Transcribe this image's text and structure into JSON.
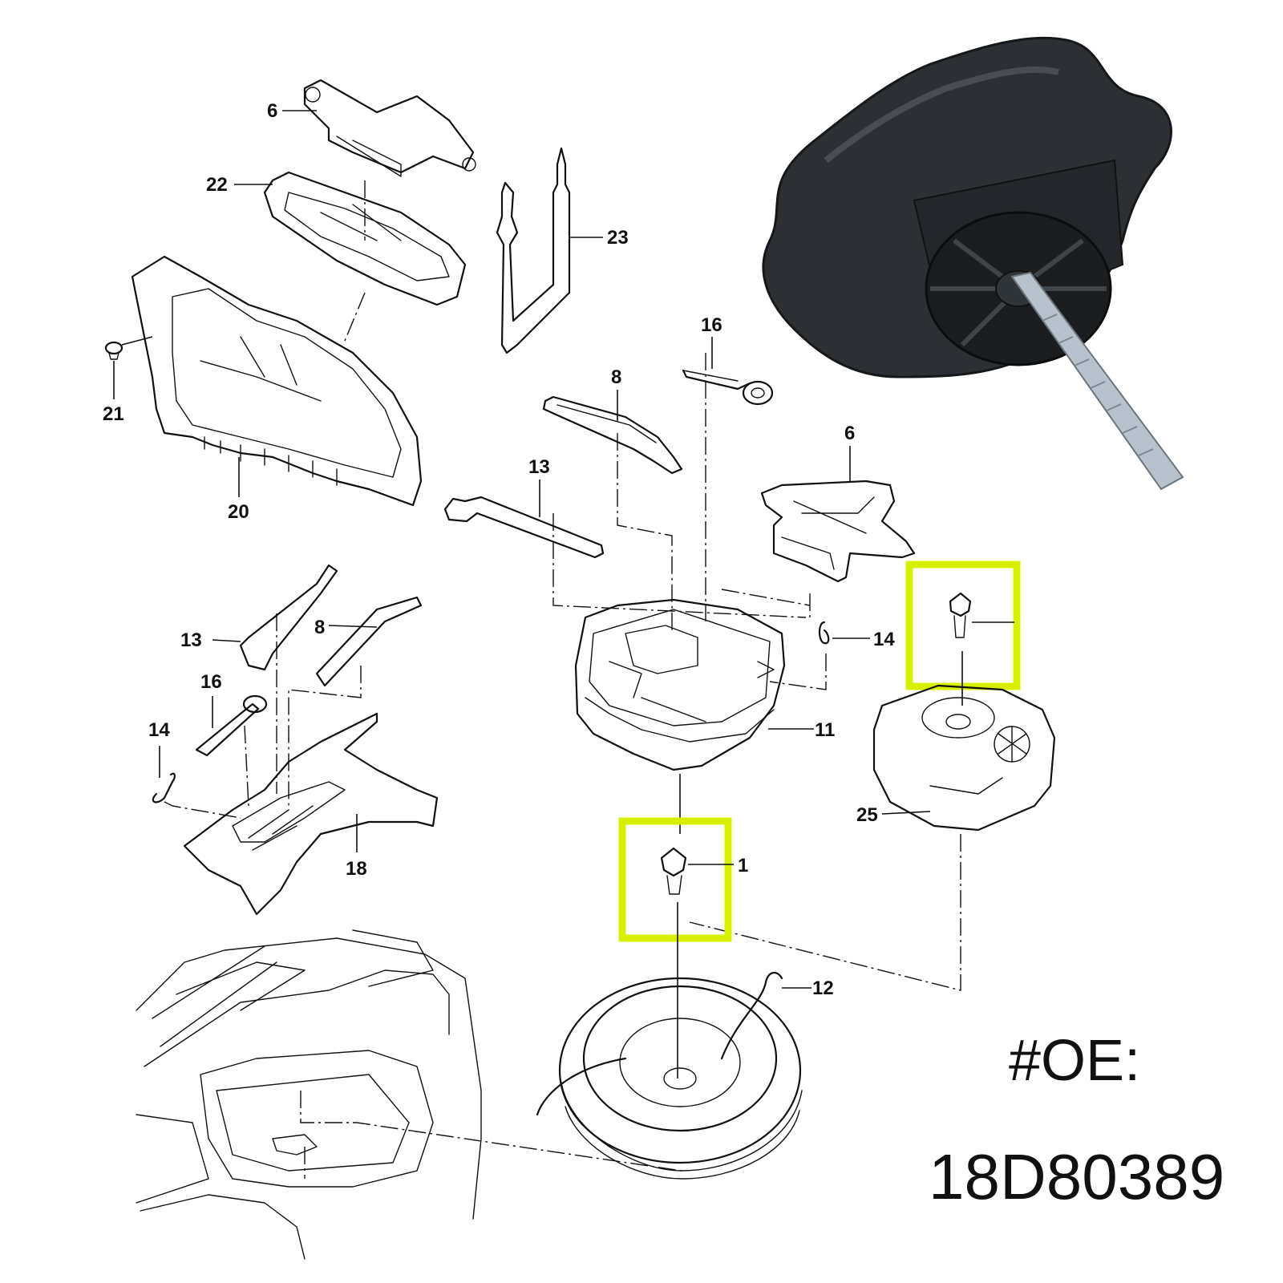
{
  "oe": {
    "label": "#OE:",
    "number": "18D80389"
  },
  "callouts": {
    "jack_top": "6",
    "jack_tray": "22",
    "lever_23": "23",
    "trim_panel": "20",
    "clip": "21",
    "eye_bolt_right": "16",
    "handle_right": "8",
    "wrench_right": "13",
    "jack_right": "6",
    "hook_right": "14",
    "foam_tray": "11",
    "wrench_left": "13",
    "handle_left": "8",
    "eye_bolt_left": "16",
    "hook_left": "14",
    "floor_tray": "18",
    "wing_bolt_lower": "1",
    "wheel_cover": "25",
    "strap": "12"
  },
  "highlight_color": "#d8f000"
}
